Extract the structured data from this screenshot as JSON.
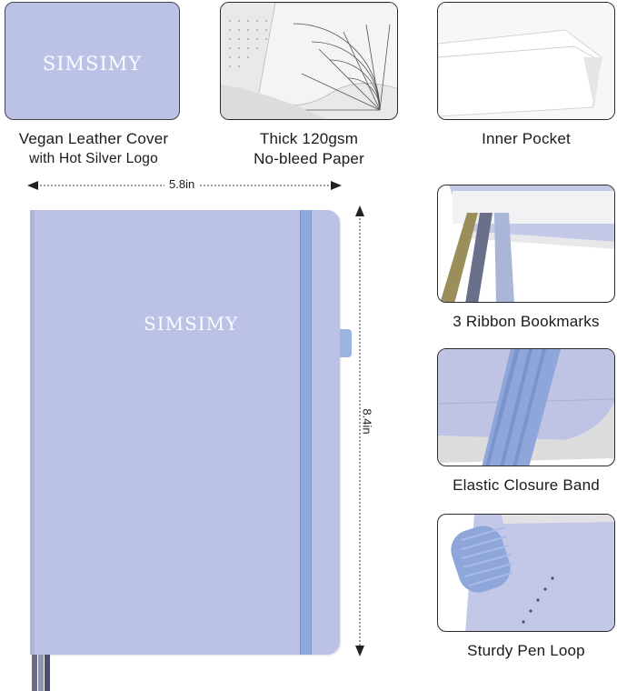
{
  "brand": {
    "logo_text": "SIMSIMY"
  },
  "features": {
    "cover": {
      "line1": "Vegan Leather Cover",
      "line2": "with Hot Silver Logo"
    },
    "paper": {
      "line1": "Thick 120gsm",
      "line2": "No-bleed Paper"
    },
    "pocket": {
      "label": "Inner Pocket"
    },
    "ribbons": {
      "label": "3 Ribbon Bookmarks"
    },
    "elastic": {
      "label": "Elastic Closure Band"
    },
    "pen_loop": {
      "label": "Sturdy Pen Loop"
    }
  },
  "dimensions": {
    "width": "5.8in",
    "height": "8.4in"
  },
  "colors": {
    "cover": "#bcc2e6",
    "elastic": "#8fa8dc",
    "border": "#2a2a2a"
  }
}
